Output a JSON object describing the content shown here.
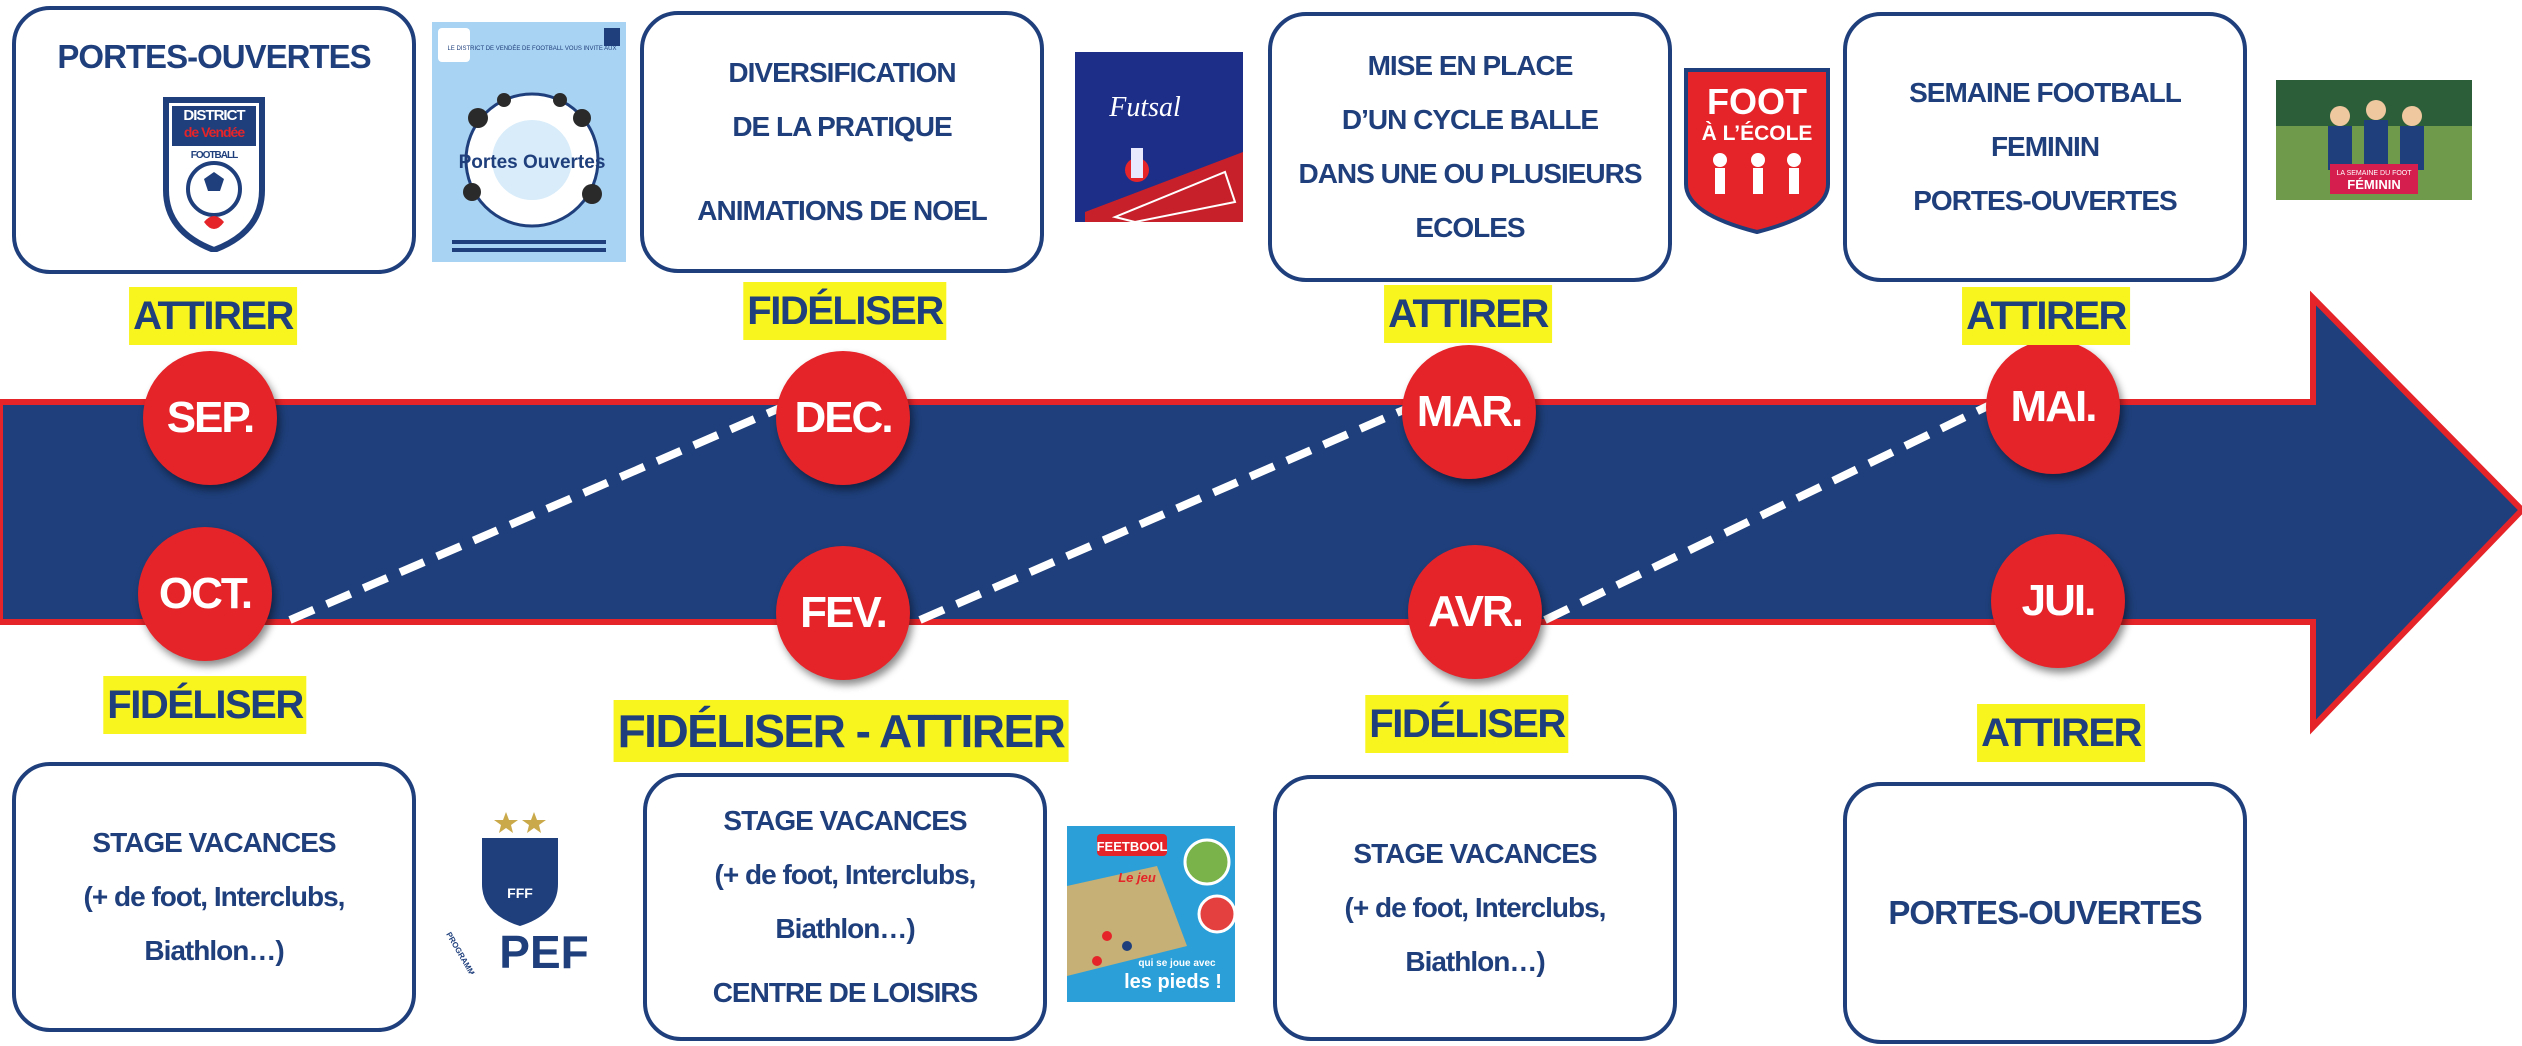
{
  "colors": {
    "navy": "#1f3f7c",
    "red": "#e52429",
    "yellow": "#f8f41d",
    "white": "#ffffff"
  },
  "months": [
    {
      "label": "SEP."
    },
    {
      "label": "OCT."
    },
    {
      "label": "DEC."
    },
    {
      "label": "FEV."
    },
    {
      "label": "MAR."
    },
    {
      "label": "AVR."
    },
    {
      "label": "MAI."
    },
    {
      "label": "JUI."
    }
  ],
  "tags": [
    {
      "text": "ATTIRER"
    },
    {
      "text": "FIDÉLISER"
    },
    {
      "text": "FIDÉLISER"
    },
    {
      "text": "FIDÉLISER - ATTIRER"
    },
    {
      "text": "ATTIRER"
    },
    {
      "text": "FIDÉLISER"
    },
    {
      "text": "ATTIRER"
    },
    {
      "text": "ATTIRER"
    }
  ],
  "top_boxes": [
    {
      "lines": [
        "PORTES-OUVERTES"
      ]
    },
    {
      "lines": [
        "DIVERSIFICATION",
        "DE LA PRATIQUE",
        "",
        "ANIMATIONS DE NOEL"
      ]
    },
    {
      "lines": [
        "MISE EN PLACE",
        "D’UN CYCLE  BALLE",
        "DANS UNE OU PLUSIEURS",
        "ECOLES"
      ]
    },
    {
      "lines": [
        "SEMAINE FOOTBALL",
        "FEMININ",
        "PORTES-OUVERTES"
      ]
    }
  ],
  "bottom_boxes": [
    {
      "lines": [
        "STAGE VACANCES",
        "(+ de foot, Interclubs,",
        "Biathlon…)"
      ]
    },
    {
      "lines": [
        "STAGE VACANCES",
        "(+ de foot, Interclubs,",
        "Biathlon…)",
        "CENTRE  DE LOISIRS"
      ]
    },
    {
      "lines": [
        "STAGE VACANCES",
        "(+ de foot, Interclubs,",
        "Biathlon…)"
      ]
    },
    {
      "lines": [
        "PORTES-OUVERTES"
      ]
    }
  ],
  "logos": {
    "district": {
      "l1": "DISTRICT",
      "l2": "de Vendée",
      "l3": "FOOTBALL"
    },
    "poster": {
      "top": "LE DISTRICT DE VENDÉE DE FOOTBALL VOUS INVITE AUX",
      "title": "Portes Ouvertes"
    },
    "futsal": {
      "title": "Futsal"
    },
    "foot_ecole": {
      "l1": "FOOT",
      "l2": "À L’ÉCOLE"
    },
    "feminin": {
      "l1": "LA SEMAINE DU FOOT",
      "l2": "FÉMININ"
    },
    "fff": {
      "letters": "FFF",
      "pef": "PEF",
      "side": "PROGRAMME ÉDUCATIF FÉDÉRAL"
    },
    "feetbool": {
      "brand": "FEETBOOL",
      "l1": "Le jeu",
      "l2": "qui se joue avec",
      "l3": "les pieds !"
    }
  }
}
